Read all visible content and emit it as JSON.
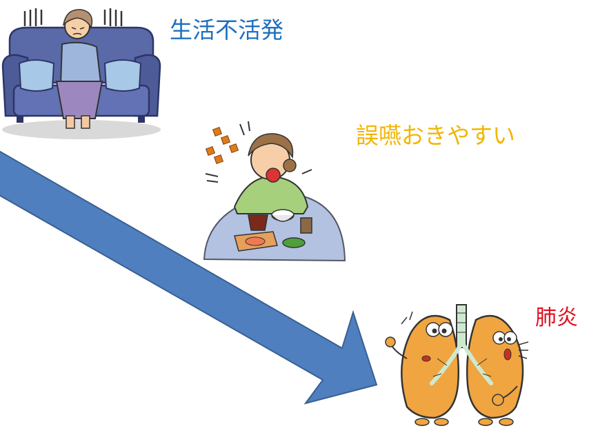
{
  "labels": {
    "inactivity": "生活不活発",
    "aspiration": "誤嚥おきやすい",
    "pneumonia": "肺炎"
  },
  "colors": {
    "inactivity": "#1f6fbf",
    "aspiration": "#f2b500",
    "pneumonia": "#e01020",
    "arrow_fill": "#4f7fbf",
    "arrow_stroke": "#3a5f92"
  },
  "illustrations": [
    "sofa-woman-icon",
    "choking-woman-icon",
    "lungs-character-icon"
  ]
}
